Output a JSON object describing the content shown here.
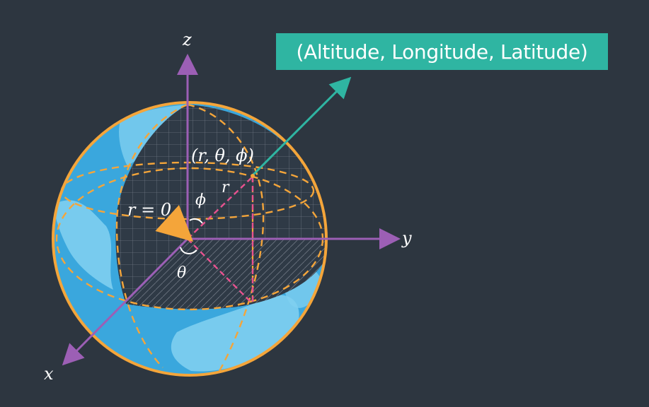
{
  "callout": {
    "text": "(Altitude, Longitude, Latitude)"
  },
  "labels": {
    "z_axis": "z",
    "y_axis": "y",
    "x_axis": "x",
    "point": "(r, θ, ϕ)",
    "radius": "r",
    "origin": "r = 0",
    "phi": "ϕ",
    "theta": "θ"
  },
  "colors": {
    "background": "#2d3640",
    "axis": "#9c5fb5",
    "sphere_outline": "#f4a53a",
    "radius_line": "#e8528f",
    "callout_bg": "#2fb5a2",
    "ocean": "#3aa7dd",
    "land": "#7fcff0"
  }
}
